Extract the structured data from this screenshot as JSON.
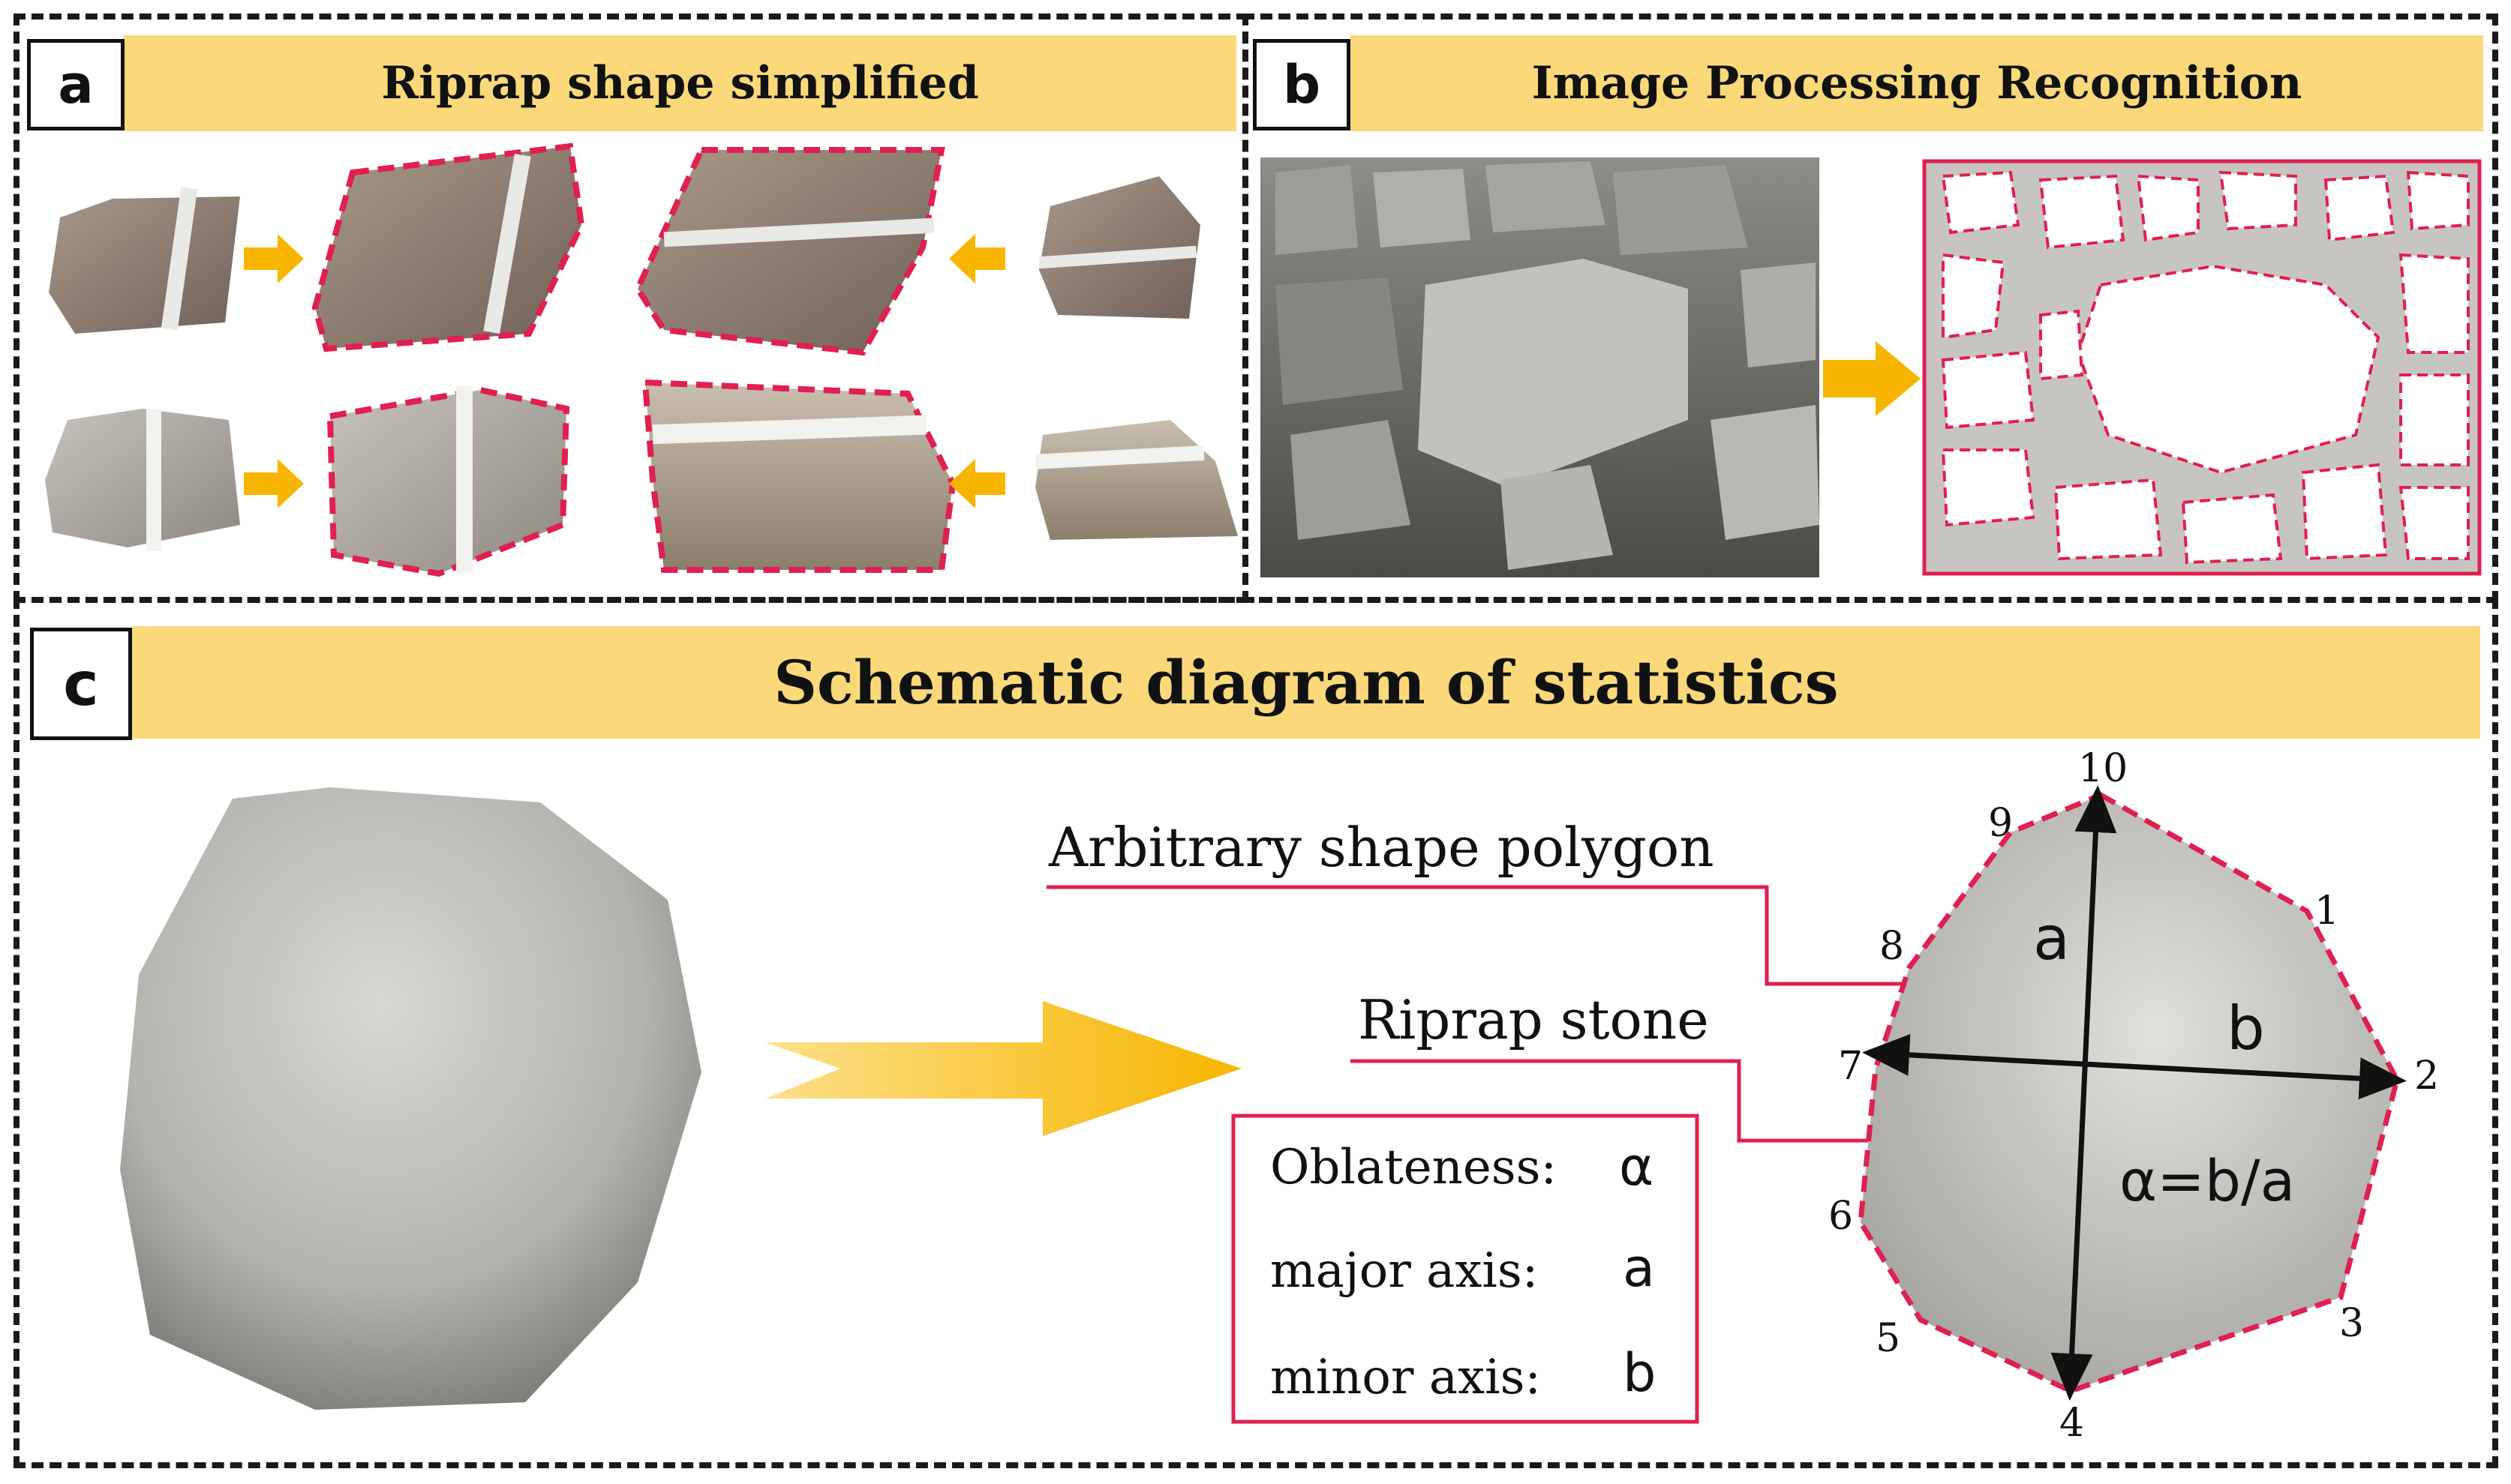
{
  "panel_a": {
    "letter": "a",
    "title": "Riprap shape simplified"
  },
  "panel_b": {
    "letter": "b",
    "title": "Image Processing Recognition"
  },
  "panel_c": {
    "letter": "c",
    "title": "Schematic diagram of statistics",
    "callout_polygon": "Arbitrary shape polygon",
    "callout_stone": "Riprap stone",
    "legend": [
      {
        "label": "Oblateness:",
        "symbol": "α"
      },
      {
        "label": "major axis:",
        "symbol": "a"
      },
      {
        "label": "minor axis:",
        "symbol": "b"
      }
    ],
    "axis_a": "a",
    "axis_b": "b",
    "formula": "α=b/a",
    "vertices": [
      "1",
      "2",
      "3",
      "4",
      "5",
      "6",
      "7",
      "8",
      "9",
      "10"
    ]
  },
  "colors": {
    "header": "#fbd97a",
    "dash_red": "#e0204f",
    "arrow_gold": "#f7b500",
    "stone_grey": "#a9a9a6"
  }
}
